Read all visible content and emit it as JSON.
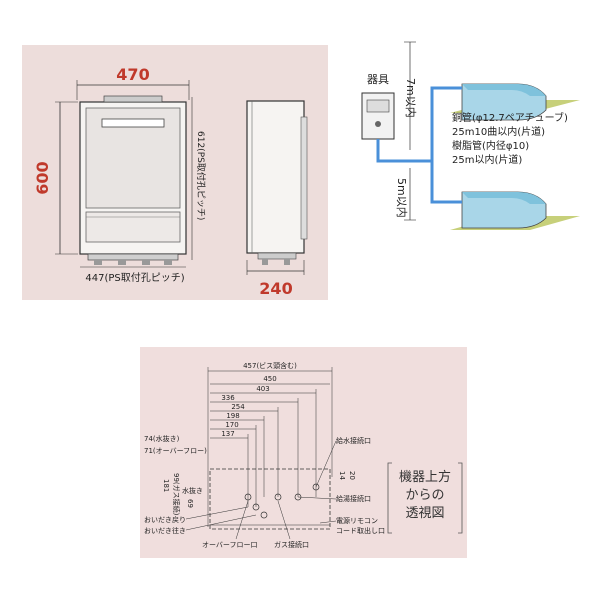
{
  "front_view": {
    "width_label": "470",
    "height_label": "600",
    "pitch_h_label": "612(PS取付孔ピッチ)",
    "pitch_w_label": "447(PS取付孔ピッチ)"
  },
  "side_view": {
    "depth_label": "240"
  },
  "piping": {
    "device_label": "器具",
    "upper_limit_label": "7m以内",
    "lower_limit_label": "5m以内",
    "spec_lines": [
      "銅管(φ12.7ペアチューブ)",
      "25m10曲以内(片道)",
      "樹脂管(内径φ10)",
      "25m以内(片道)"
    ]
  },
  "bottom_view": {
    "dims": [
      "457(ビス頭含む)",
      "450",
      "403",
      "336",
      "254",
      "198",
      "170",
      "137",
      "74(水抜き)"
    ],
    "left_labels": [
      "71(オーバーフロー)",
      "水抜き",
      "おいだき戻り",
      "おいだき往き"
    ],
    "vertical_dims": [
      "181",
      "99(ガス接続)",
      "69"
    ],
    "right_labels": [
      "給水接続口",
      "給湯接続口",
      "電源リモコン",
      "コード取出し口"
    ],
    "right_dims": [
      "14",
      "20"
    ],
    "bottom_labels": [
      "オーバーフロー口",
      "ガス接続口"
    ],
    "side_note": [
      "機器上方",
      "からの",
      "透視図"
    ]
  },
  "colors": {
    "dimension_red": "#c0392b",
    "pipe_blue": "#4a90d9",
    "panel_bg": "#eddddb"
  }
}
